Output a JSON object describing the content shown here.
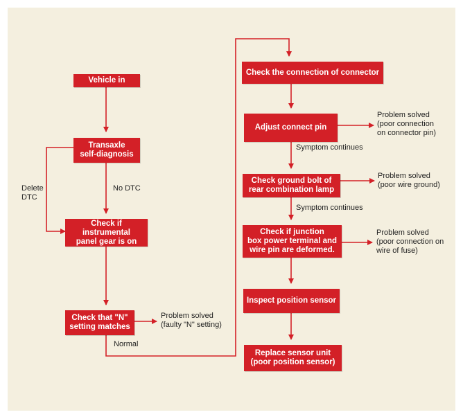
{
  "colors": {
    "background": "#f4efdf",
    "box": "#d32027",
    "arrow": "#d32027",
    "text": "#222222"
  },
  "steps": {
    "vehicle_in": "Vehicle in",
    "self_diagnosis": "Transaxle\nself-diagnosis",
    "instrument_panel": "Check if instrumental\npanel gear is on",
    "n_setting": "Check that \"N\"\nsetting matches",
    "check_connector": "Check the connection of connector",
    "adjust_pin": "Adjust connect pin",
    "ground_bolt": "Check ground bolt of\nrear combination lamp",
    "junction_box": "Check if junction\nbox power terminal and\nwire pin are deformed.",
    "inspect_sensor": "Inspect position sensor",
    "replace_sensor": "Replace sensor unit\n(poor position sensor)"
  },
  "labels": {
    "delete_dtc": "Delete\nDTC",
    "no_dtc": "No DTC",
    "normal": "Normal",
    "symptom_continues_1": "Symptom continues",
    "symptom_continues_2": "Symptom continues"
  },
  "outcomes": {
    "faulty_n": "Problem solved\n(faulty \"N\" setting)",
    "poor_connection_pin": "Problem solved\n(poor connection\non connector pin)",
    "poor_ground": "Problem solved\n(poor wire ground)",
    "poor_connection_fuse": "Problem solved\n(poor connection on\nwire of fuse)"
  }
}
